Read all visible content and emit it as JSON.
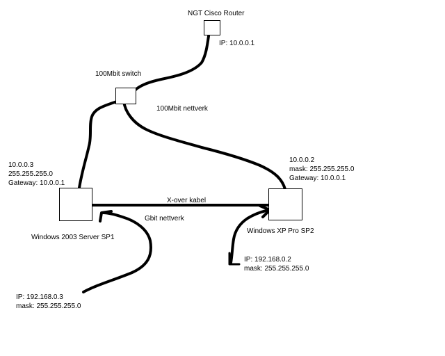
{
  "router": {
    "name": "NGT Cisco Router",
    "ip": "IP: 10.0.0.1"
  },
  "switch": {
    "name": "100Mbit switch"
  },
  "network_100": {
    "label": "100Mbit nettverk"
  },
  "server": {
    "name": "Windows 2003 Server SP1",
    "ip": "10.0.0.3",
    "mask": "255.255.255.0",
    "gateway": "Gateway: 10.0.0.1",
    "gbit_ip": "IP: 192.168.0.3",
    "gbit_mask": "mask: 255.255.255.0"
  },
  "xp": {
    "name": "Windows XP Pro SP2",
    "ip": "10.0.0.2",
    "mask": "mask: 255.255.255.0",
    "gateway": "Gateway: 10.0.0.1",
    "gbit_ip": "IP: 192.168.0.2",
    "gbit_mask": "mask: 255.255.255.0"
  },
  "crossover": {
    "label": "X-over kabel"
  },
  "gbit": {
    "label": "Gbit nettverk"
  },
  "colors": {
    "background": "#ffffff",
    "ink": "#000000"
  }
}
